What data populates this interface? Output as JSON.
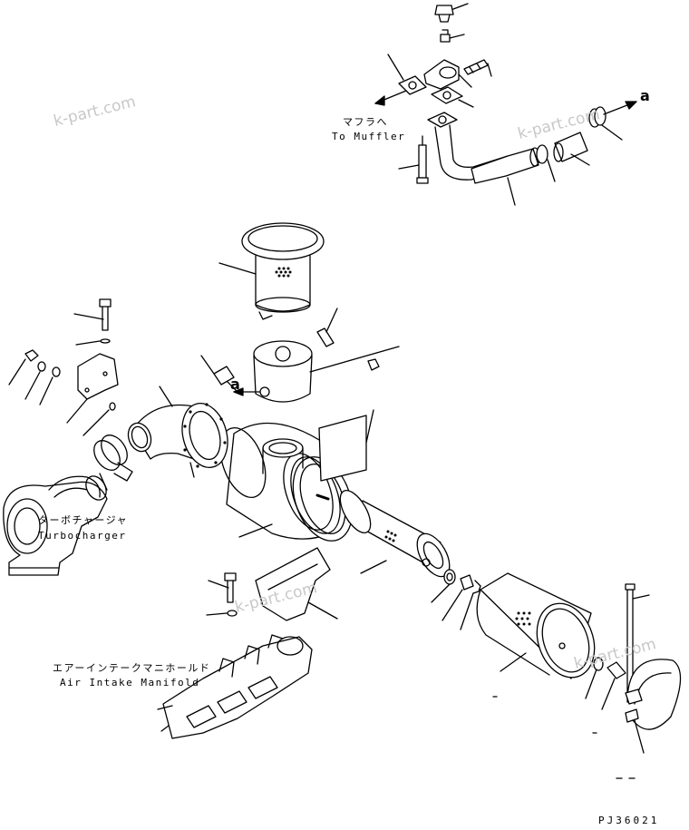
{
  "diagram": {
    "labels": {
      "muffler_jp": "マフラへ",
      "muffler_en": "To Muffler",
      "turbo_jp": "ターボチャージャ",
      "turbo_en": "Turbocharger",
      "manifold_jp": "エアーインテークマニホールド",
      "manifold_en": "Air Intake Manifold"
    },
    "reference_marks": [
      "a",
      "a"
    ],
    "watermarks": [
      "k-part.com",
      "k-part.com",
      "k-part.com",
      "k-part.com"
    ],
    "figure_code": "PJ36021"
  },
  "colors": {
    "line": "#000000",
    "watermark": "#c8c8c8",
    "background": "#ffffff"
  }
}
